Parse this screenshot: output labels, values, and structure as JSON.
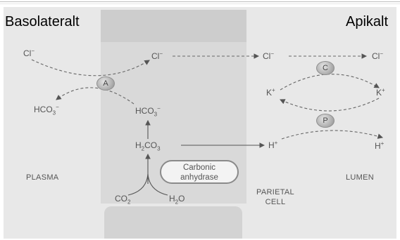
{
  "header": {
    "left_label": "Basolateralt",
    "right_label": "Apikalt"
  },
  "diagram": {
    "plasma_label": "PLASMA",
    "lumen_label": "LUMEN",
    "cell_label_line1": "PARIETAL",
    "cell_label_line2": "CELL",
    "enzyme_line1": "Carbonic",
    "enzyme_line2": "anhydrase",
    "transporters": {
      "anion_exchanger": "A",
      "chloride_channel": "C",
      "proton_pump": "P"
    },
    "species": {
      "cl": "Cl",
      "hco3": "HCO",
      "h2co3_a": "H",
      "h2co3_b": "CO",
      "co2": "CO",
      "h2o_a": "H",
      "h2o_b": "O",
      "h": "H",
      "k": "K",
      "sub2": "2",
      "sub3": "3",
      "minus": "−",
      "plus": "+"
    }
  }
}
